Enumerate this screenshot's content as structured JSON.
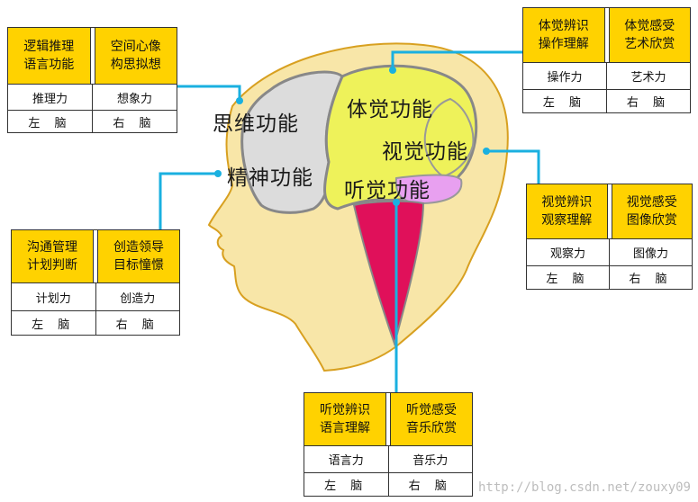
{
  "regions": {
    "thinking": "思维功能",
    "spirit": "精神功能",
    "somatosensory": "体觉功能",
    "visual": "视觉功能",
    "auditory": "听觉功能"
  },
  "boxes": {
    "thinking": {
      "left_top": [
        "逻辑推理",
        "语言功能"
      ],
      "right_top": [
        "空间心像",
        "构思拟想"
      ],
      "left_ability": "推理力",
      "right_ability": "想象力",
      "left_brain": "左 脑",
      "right_brain": "右 脑"
    },
    "spirit": {
      "left_top": [
        "沟通管理",
        "计划判断"
      ],
      "right_top": [
        "创造领导",
        "目标憧憬"
      ],
      "left_ability": "计划力",
      "right_ability": "创造力",
      "left_brain": "左 脑",
      "right_brain": "右 脑"
    },
    "somatosensory": {
      "left_top": [
        "体觉辨识",
        "操作理解"
      ],
      "right_top": [
        "体觉感受",
        "艺术欣赏"
      ],
      "left_ability": "操作力",
      "right_ability": "艺术力",
      "left_brain": "左 脑",
      "right_brain": "右 脑"
    },
    "visual": {
      "left_top": [
        "视觉辨识",
        "观察理解"
      ],
      "right_top": [
        "视觉感受",
        "图像欣赏"
      ],
      "left_ability": "观察力",
      "right_ability": "图像力",
      "left_brain": "左 脑",
      "right_brain": "右 脑"
    },
    "auditory": {
      "left_top": [
        "听觉辨识",
        "语言理解"
      ],
      "right_top": [
        "听觉感受",
        "音乐欣赏"
      ],
      "left_ability": "语言力",
      "right_ability": "音乐力",
      "left_brain": "左 脑",
      "right_brain": "右 脑"
    }
  },
  "watermark": "http://blog.csdn.net/zouxy09",
  "colors": {
    "head": "#f8e6a8",
    "head_outline": "#d8a020",
    "gray_lobe": "#dcdcdc",
    "yellow_lobe": "#eef25a",
    "pink_lobe": "#e8a0f0",
    "brainstem": "#e0105a",
    "connector": "#1ab0e0",
    "header_fill": "#ffd200"
  }
}
